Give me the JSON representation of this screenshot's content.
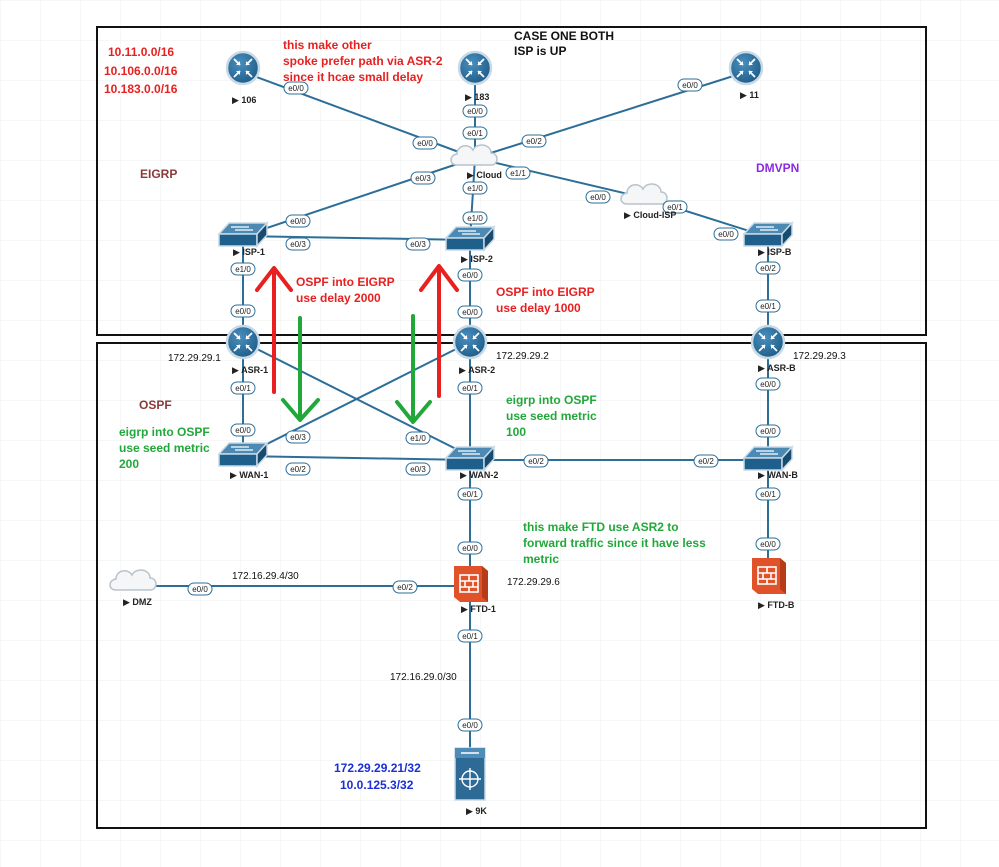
{
  "colors": {
    "link": "#2c6e98",
    "router": "#2b6d97",
    "switch": "#2f6f99",
    "firewall": "#e0522a",
    "red_note": "#e82020",
    "green_note": "#22a83a",
    "blue_note": "#1a2fd6",
    "purple_note": "#8a2be2",
    "brown_note": "#8b3a3a"
  },
  "nodes": {
    "r106": {
      "name": "106",
      "type": "router"
    },
    "r183": {
      "name": "183",
      "type": "router"
    },
    "r11": {
      "name": "11",
      "type": "router"
    },
    "cloud": {
      "name": "Cloud",
      "type": "cloud"
    },
    "cloud_isp": {
      "name": "Cloud-ISP",
      "type": "cloud"
    },
    "isp1": {
      "name": "ISP-1",
      "type": "switch"
    },
    "isp2": {
      "name": "ISP-2",
      "type": "switch"
    },
    "ispb": {
      "name": "ISP-B",
      "type": "switch"
    },
    "asr1": {
      "name": "ASR-1",
      "type": "router"
    },
    "asr2": {
      "name": "ASR-2",
      "type": "router"
    },
    "asrb": {
      "name": "ASR-B",
      "type": "router"
    },
    "wan1": {
      "name": "WAN-1",
      "type": "switch"
    },
    "wan2": {
      "name": "WAN-2",
      "type": "switch"
    },
    "wanb": {
      "name": "WAN-B",
      "type": "switch"
    },
    "ftd1": {
      "name": "FTD-1",
      "type": "firewall"
    },
    "ftdb": {
      "name": "FTD-B",
      "type": "firewall"
    },
    "dmz": {
      "name": "DMZ",
      "type": "cloud"
    },
    "n9k": {
      "name": "9K",
      "type": "nexus"
    }
  },
  "ports": [
    "e0/0",
    "e0/0",
    "e0/1",
    "e0/2",
    "e0/0",
    "e0/3",
    "e1/1",
    "e1/0",
    "e0/0",
    "e0/1",
    "e0/0",
    "e0/0",
    "e0/3",
    "e0/3",
    "e0/0",
    "e1/0",
    "e1/0",
    "e0/0",
    "e0/0",
    "e0/0",
    "e0/2",
    "e0/1",
    "e0/1",
    "e0/1",
    "e0/0",
    "e0/0",
    "e0/3",
    "e1/0",
    "e0/0",
    "e0/2",
    "e0/3",
    "e0/2",
    "e0/2",
    "e0/1",
    "e0/1",
    "e0/0",
    "e0/0",
    "e0/2",
    "e0/0",
    "e0/1",
    "e0/0"
  ],
  "ips": {
    "asr1": "172.29.29.1",
    "asr2": "172.29.29.2",
    "asrb": "172.29.29.3",
    "ftd1": "172.29.29.6",
    "dmz_link": "172.16.29.4/30",
    "ftd_9k_link": "172.16.29.0/30"
  },
  "notes": {
    "case_title": [
      "CASE ONE BOTH",
      "ISP is UP"
    ],
    "prefixes": [
      "10.11.0.0/16",
      "10.106.0.0/16",
      "10.183.0.0/16"
    ],
    "spoke_pref": [
      "this make other",
      "spoke prefer path via ASR-2",
      "since it hcae small delay"
    ],
    "eigrp_label": "EIGRP",
    "dmvpn_label": "DMVPN",
    "ospf_label": "OSPF",
    "ospf_eigrp_2000": [
      "OSPF into EIGRP",
      "use delay 2000"
    ],
    "ospf_eigrp_1000": [
      "OSPF into EIGRP",
      "use delay 1000"
    ],
    "eigrp_ospf_200": [
      "eigrp into OSPF",
      "use seed metric",
      "200"
    ],
    "eigrp_ospf_100": [
      "eigrp into OSPF",
      "use seed metric",
      "100"
    ],
    "ftd_note": [
      "this make FTD use ASR2 to",
      "forward traffic since it have less",
      "metric"
    ],
    "n9k_ips": [
      "172.29.29.21/32",
      "10.0.125.3/32"
    ]
  }
}
